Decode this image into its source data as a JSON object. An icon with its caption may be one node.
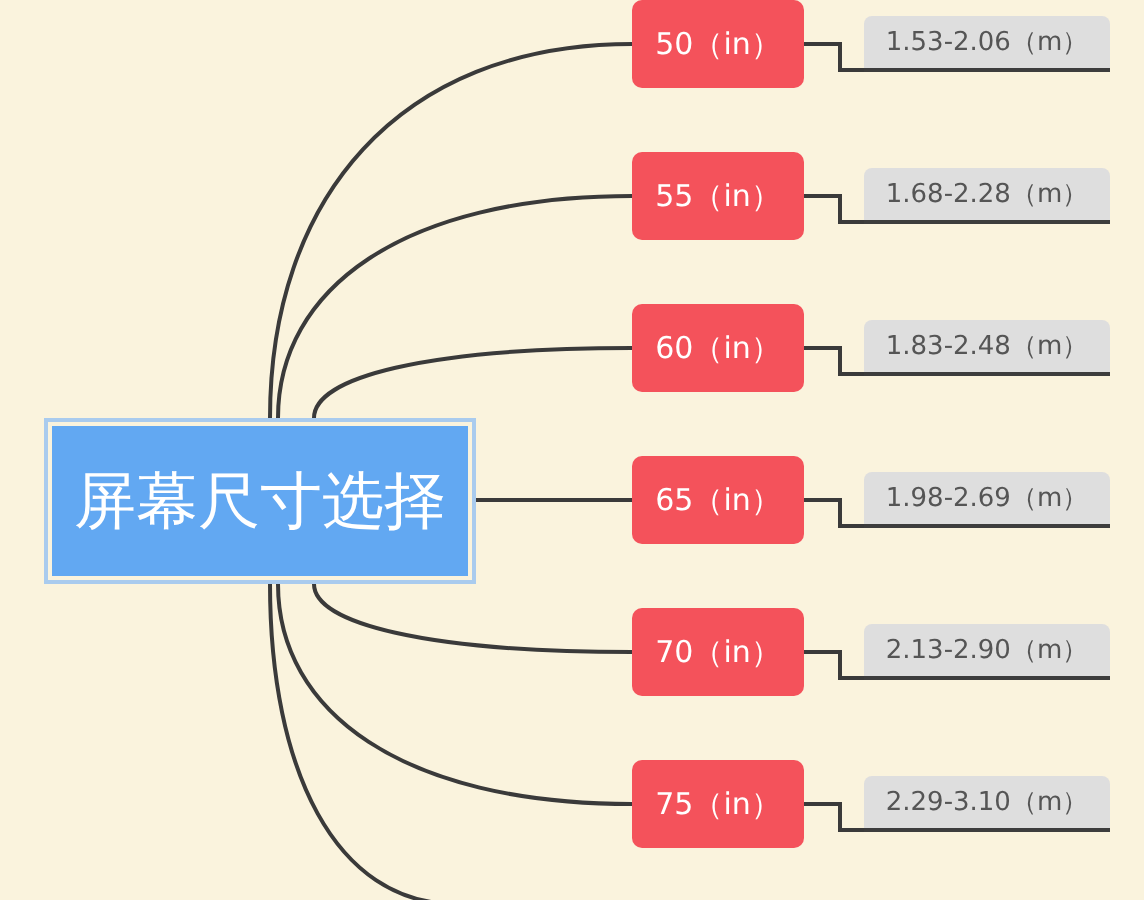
{
  "diagram": {
    "nodes": [
      {
        "text": [
          "屏幕尺寸选择"
        ]
      },
      {
        "text": [
          "50（in）"
        ]
      },
      {
        "text": [
          "1.53-2.06（m）"
        ]
      },
      {
        "text": [
          "55（in）"
        ]
      },
      {
        "text": [
          "1.68-2.28（m）"
        ]
      },
      {
        "text": [
          "60（in）"
        ]
      },
      {
        "text": [
          "1.83-2.48（m）"
        ]
      },
      {
        "text": [
          "65（in）"
        ]
      },
      {
        "text": [
          "1.98-2.69（m）"
        ]
      },
      {
        "text": [
          "70（in）"
        ]
      },
      {
        "text": [
          "2.13-2.90（m）"
        ]
      },
      {
        "text": [
          "75（in）"
        ]
      },
      {
        "text": [
          "2.29-3.10（m）"
        ]
      }
    ],
    "edges": [
      {
        "from": 0,
        "to": 1,
        "arrow": "none"
      },
      {
        "from": 1,
        "to": 2,
        "arrow": "none"
      },
      {
        "from": 0,
        "to": 3,
        "arrow": "none"
      },
      {
        "from": 3,
        "to": 4,
        "arrow": "none"
      },
      {
        "from": 0,
        "to": 5,
        "arrow": "none"
      },
      {
        "from": 5,
        "to": 6,
        "arrow": "none"
      },
      {
        "from": 0,
        "to": 7,
        "arrow": "none"
      },
      {
        "from": 7,
        "to": 8,
        "arrow": "none"
      },
      {
        "from": 0,
        "to": 9,
        "arrow": "none"
      },
      {
        "from": 9,
        "to": 10,
        "arrow": "none"
      },
      {
        "from": 0,
        "to": 11,
        "arrow": "none"
      },
      {
        "from": 11,
        "to": 12,
        "arrow": "none"
      },
      {
        "from": 0,
        "to": null,
        "arrow": "none"
      }
    ]
  }
}
